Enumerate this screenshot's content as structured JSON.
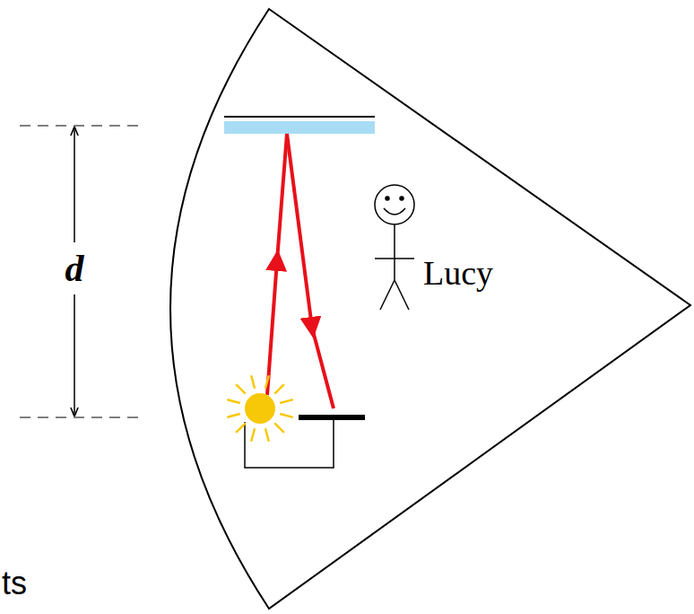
{
  "diagram": {
    "labels": [
      "d",
      "Lucy",
      "ts"
    ]
  }
}
